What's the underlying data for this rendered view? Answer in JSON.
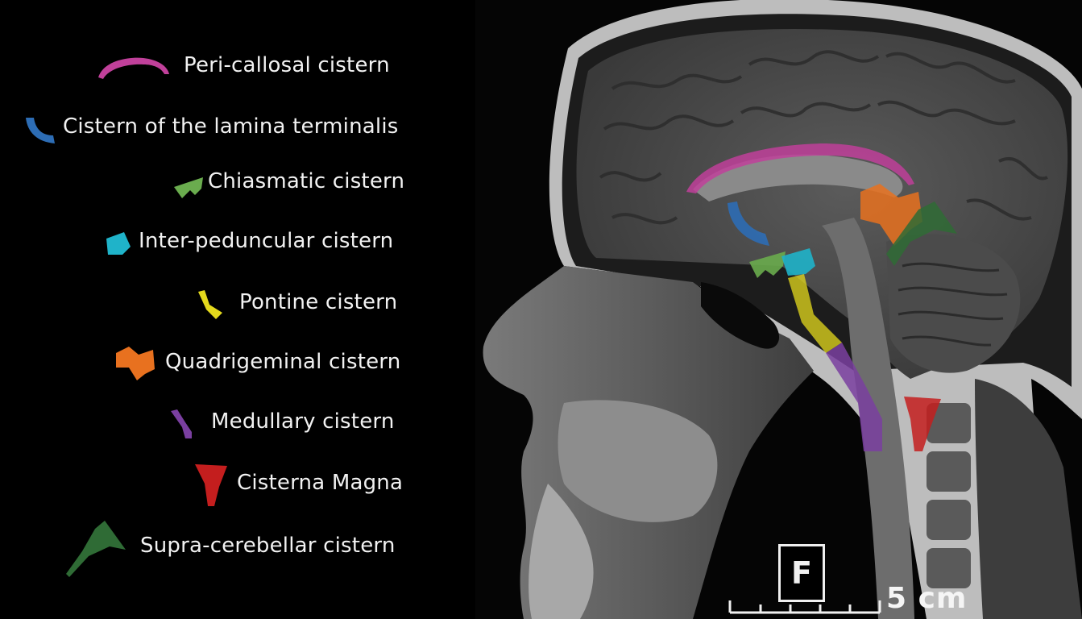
{
  "legend": {
    "items": [
      {
        "label": "Peri-callosal  cistern",
        "color": "#c0409a",
        "icon": "pericallosal-shape-icon"
      },
      {
        "label": "Cistern of the lamina terminalis",
        "color": "#2d6db5",
        "icon": "lamina-terminalis-shape-icon"
      },
      {
        "label": "Chiasmatic cistern",
        "color": "#6aac4e",
        "icon": "chiasmatic-shape-icon"
      },
      {
        "label": "Inter-peduncular cistern",
        "color": "#1fb3c9",
        "icon": "interpeduncular-shape-icon"
      },
      {
        "label": "Pontine cistern",
        "color": "#e4d91c",
        "icon": "pontine-shape-icon"
      },
      {
        "label": "Quadrigeminal cistern",
        "color": "#e8711f",
        "icon": "quadrigeminal-shape-icon"
      },
      {
        "label": "Medullary cistern",
        "color": "#7a3fa0",
        "icon": "medullary-shape-icon"
      },
      {
        "label": "Cisterna Magna",
        "color": "#c41e1e",
        "icon": "cisterna-magna-shape-icon"
      },
      {
        "label": "Supra-cerebellar cistern",
        "color": "#2f6b35",
        "icon": "supracerebellar-shape-icon"
      }
    ]
  },
  "overlay": {
    "orientation_marker": "F",
    "scale_label": "5 cm"
  }
}
